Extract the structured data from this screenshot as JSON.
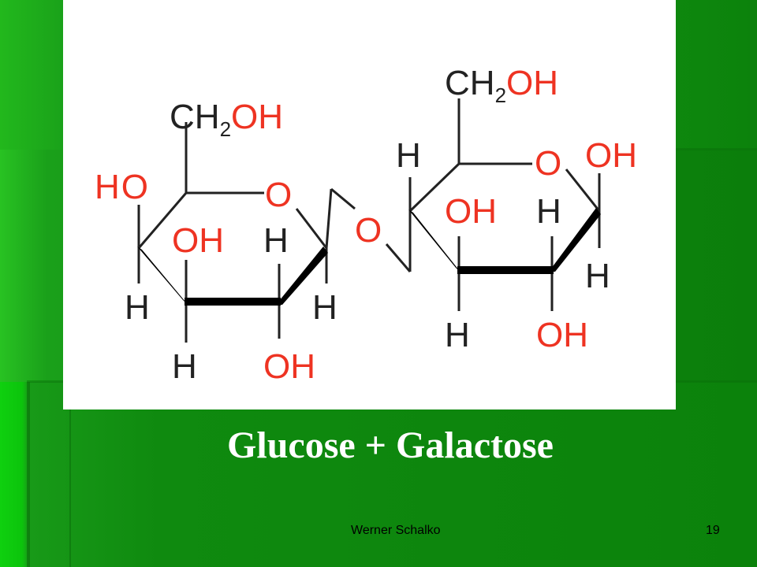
{
  "slide": {
    "title": "Glucose + Galactose",
    "author": "Werner Schalko",
    "page_number": "19"
  },
  "molecule": {
    "left_ring": {
      "ch2_prefix": "CH",
      "ch2_sub": "2",
      "ch2_oh": "OH",
      "ring_o": "O",
      "ho_h": "H",
      "ho_o": "O",
      "oh_upper_left": "OH",
      "h_upper_right": "H",
      "h_lower_left": "H",
      "h_lower_right": "H",
      "h_bottom": "H",
      "oh_bottom": "OH"
    },
    "bridge_o": "O",
    "right_ring": {
      "ch2_prefix": "CH",
      "ch2_sub": "2",
      "ch2_oh": "OH",
      "ring_o": "O",
      "oh_anomeric": "OH",
      "h_top_left": "H",
      "oh_inner": "OH",
      "h_inner": "H",
      "h_right": "H",
      "h_bottom": "H",
      "oh_bottom": "OH"
    },
    "colors": {
      "oxygen": "#ee3322",
      "carbon_hydrogen": "#222222"
    }
  }
}
